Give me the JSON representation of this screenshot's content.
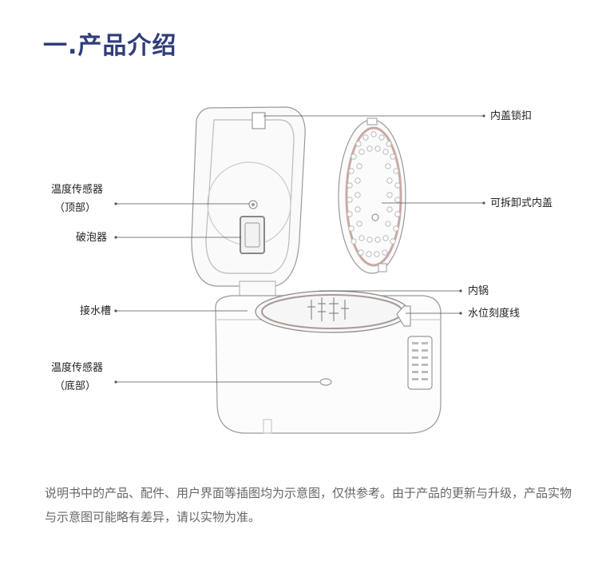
{
  "title": "一.产品介绍",
  "labels": {
    "top_temp_sensor": "温度传感器",
    "top_temp_sensor_sub": "（顶部）",
    "bubble_breaker": "破泡器",
    "water_tray": "接水槽",
    "bottom_temp_sensor": "温度传感器",
    "bottom_temp_sensor_sub": "（底部）",
    "inner_lid_lock": "内盖锁扣",
    "removable_inner_lid": "可拆卸式内盖",
    "inner_pot": "内锅",
    "water_level_line": "水位刻度线"
  },
  "footnote": "说明书中的产品、配件、用户界面等插图均为示意图，仅供参考。由于产品的更新与升级，产品实物与示意图可能略有差异，请以实物为准。"
}
